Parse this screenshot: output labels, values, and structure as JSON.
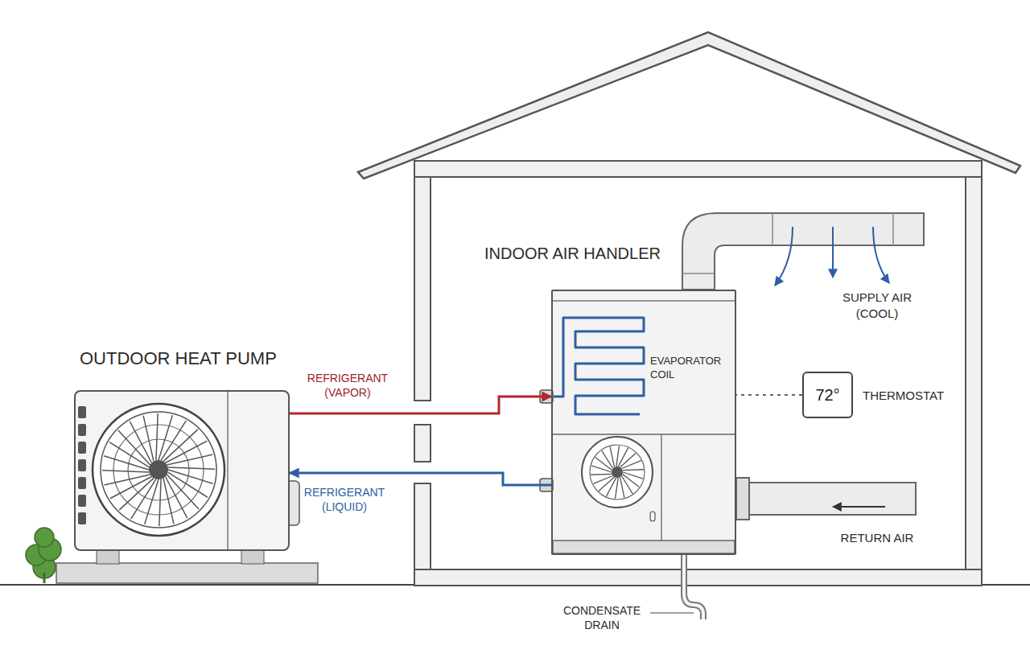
{
  "diagram": {
    "nodes": [
      {
        "text": [
          "OUTDOOR HEAT PUMP"
        ]
      },
      {
        "text": [
          "INDOOR AIR HANDLER"
        ]
      },
      {
        "text": [
          "72°",
          "THERMOSTAT"
        ]
      }
    ],
    "edges": [
      {
        "from": 0,
        "to": 1,
        "arrow": "to",
        "label": "REFRIGERANT (VAPOR)"
      },
      {
        "from": 1,
        "to": 0,
        "arrow": "to",
        "label": "REFRIGERANT (LIQUID)"
      },
      {
        "from": 2,
        "to": 1,
        "arrow": "none"
      }
    ],
    "labels": [
      "EVAPORATOR COIL",
      "SUPPLY AIR (COOL)",
      "RETURN AIR",
      "CONDENSATE DRAIN"
    ]
  }
}
